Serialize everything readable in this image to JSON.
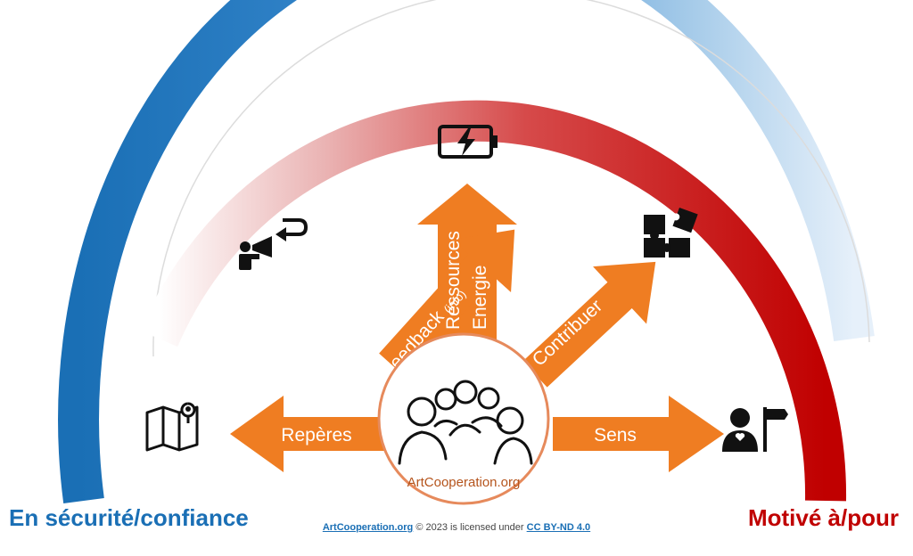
{
  "colors": {
    "blue": "#1a6fb5",
    "red": "#c00000",
    "orange": "#ef7d22",
    "brown_text": "#b5541c"
  },
  "arrows": {
    "left": "Repères",
    "right": "Sens",
    "up_line1": "Ressources",
    "up_line2": "Energie",
    "up_left_main": "Feedback",
    "up_left_small": "(info)",
    "up_right": "Contribuer"
  },
  "center": {
    "caption": "ArtCooperation.org",
    "icon": "group-of-people-icon"
  },
  "icons": {
    "map": "map-pin-icon",
    "megaphone": "megaphone-feedback-icon",
    "battery": "battery-charging-icon",
    "puzzle": "puzzle-pieces-icon",
    "person_flag": "person-heart-flag-icon"
  },
  "labels": {
    "left_bottom": "En sécurité/confiance",
    "right_bottom": "Motivé à/pour"
  },
  "license": {
    "site": "ArtCooperation.org",
    "middle": "© 2023 is licensed under",
    "license_name": "CC BY-ND 4.0"
  }
}
